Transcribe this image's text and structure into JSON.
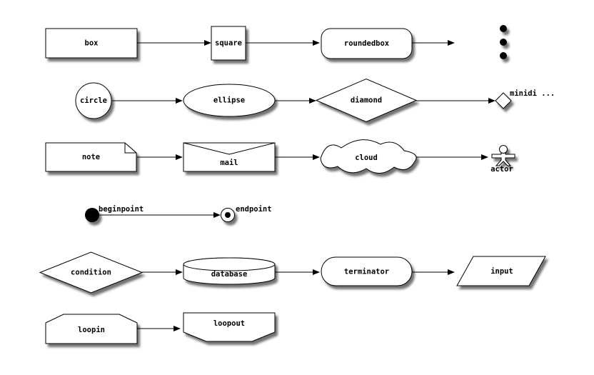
{
  "colors": {
    "background": "#ffffff",
    "stroke": "#000000",
    "node_fill": "#ffffff",
    "text": "#000000",
    "shadow": "#000000"
  },
  "nodes": {
    "box": {
      "label": "box"
    },
    "square": {
      "label": "square"
    },
    "roundedbox": {
      "label": "roundedbox"
    },
    "circle": {
      "label": "circle"
    },
    "ellipse": {
      "label": "ellipse"
    },
    "diamond": {
      "label": "diamond"
    },
    "minidiamond": {
      "label": "minidi ..."
    },
    "note": {
      "label": "note"
    },
    "mail": {
      "label": "mail"
    },
    "cloud": {
      "label": "cloud"
    },
    "actor": {
      "label": "actor"
    },
    "beginpoint": {
      "label": "beginpoint"
    },
    "endpoint": {
      "label": "endpoint"
    },
    "condition": {
      "label": "condition"
    },
    "database": {
      "label": "database"
    },
    "terminator": {
      "label": "terminator"
    },
    "input": {
      "label": "input"
    },
    "loopin": {
      "label": "loopin"
    },
    "loopout": {
      "label": "loopout"
    }
  }
}
